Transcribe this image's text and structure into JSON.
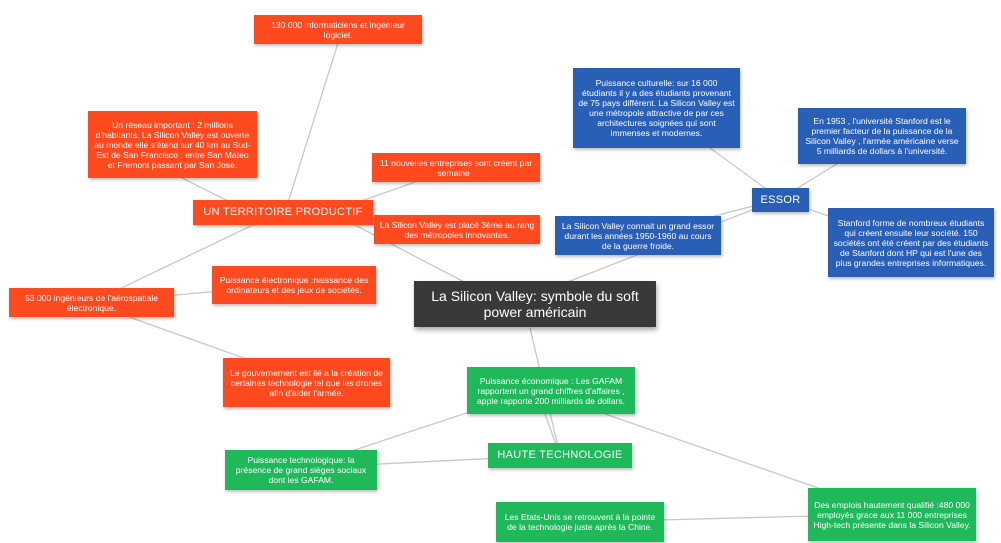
{
  "colors": {
    "red": "#ff4a1f",
    "blue": "#2a5fb8",
    "green": "#1fb85a",
    "dark": "#3a3937",
    "link": "#c8c8c8"
  },
  "root": {
    "text": "La Silicon Valley: symbole du soft power américain"
  },
  "territoire": {
    "hub": "UN TERRITOIRE PRODUCTIF",
    "informaticiens": "130 000 informaticiens et ingénieur logiciel.",
    "reseau": "Un réseau important : 2 millions d'habitants. La Silicon Valley est ouverte au monde elle s'étend sur 40 km au Sud-Est de San Francisco , entre San Mateo et Fremont passant par San Jose.",
    "entreprises": "11 nouvelles entreprises sont créent par semaine .",
    "classement": "La Silicon Valley est placé 3ème au rang des métropoles innovantes.",
    "aerospatiale": "53 000 ingénieurs de l'aérospatiale électronique.",
    "electronique": "Puissance électronique :naissance des ordinateurs et des jeux de sociétés.",
    "gouvernement": "Le gouvernement est lié a la création de certaines technologie tel que les drones afin d'aider l'armée."
  },
  "essor": {
    "hub": "ESSOR",
    "culturelle": "Puissance culturelle: sur 16 000 étudiants il y a des étudiants provenant de 75 pays différent. La Silicon Valley est une métropole attractive de par ces architectures soignées qui sont immenses et modernes.",
    "stanford1953": "En 1953 , l'université Stanford est le premier facteur de la puissance de la Silicon Valley , l'armée américaine verse 5 milliards de dollars à l'université.",
    "grand_essor": "La Silicon Valley connait un grand essor durant les années 1950-1960 au cours de la guerre froide.",
    "stanford_societes": "Stanford forme de nombreux étudiants qui créent ensuite leur société. 150 sociétés ont été créent par des étudiants de Stanford dont HP qui est l'une des plus grandes entreprises informatiques."
  },
  "technologie": {
    "hub": "HAUTE TECHNOLOGIE",
    "economique": "Puissance économique : Les GAFAM rapportent un grand chiffres d'affaires , apple rapporte 200 milliards de dollars.",
    "technologique": "Puissance technologique: la présence de grand sièges sociaux dont les GAFAM.",
    "etats_unis": "Les Etats-Unis se retrouvent à la pointe de la technologie juste après la Chine.",
    "emplois": "Des emplois hautement qualifié :480 000 employés grace aux 11 000 entreprises High-tech présente dans la Silicon Valley."
  }
}
